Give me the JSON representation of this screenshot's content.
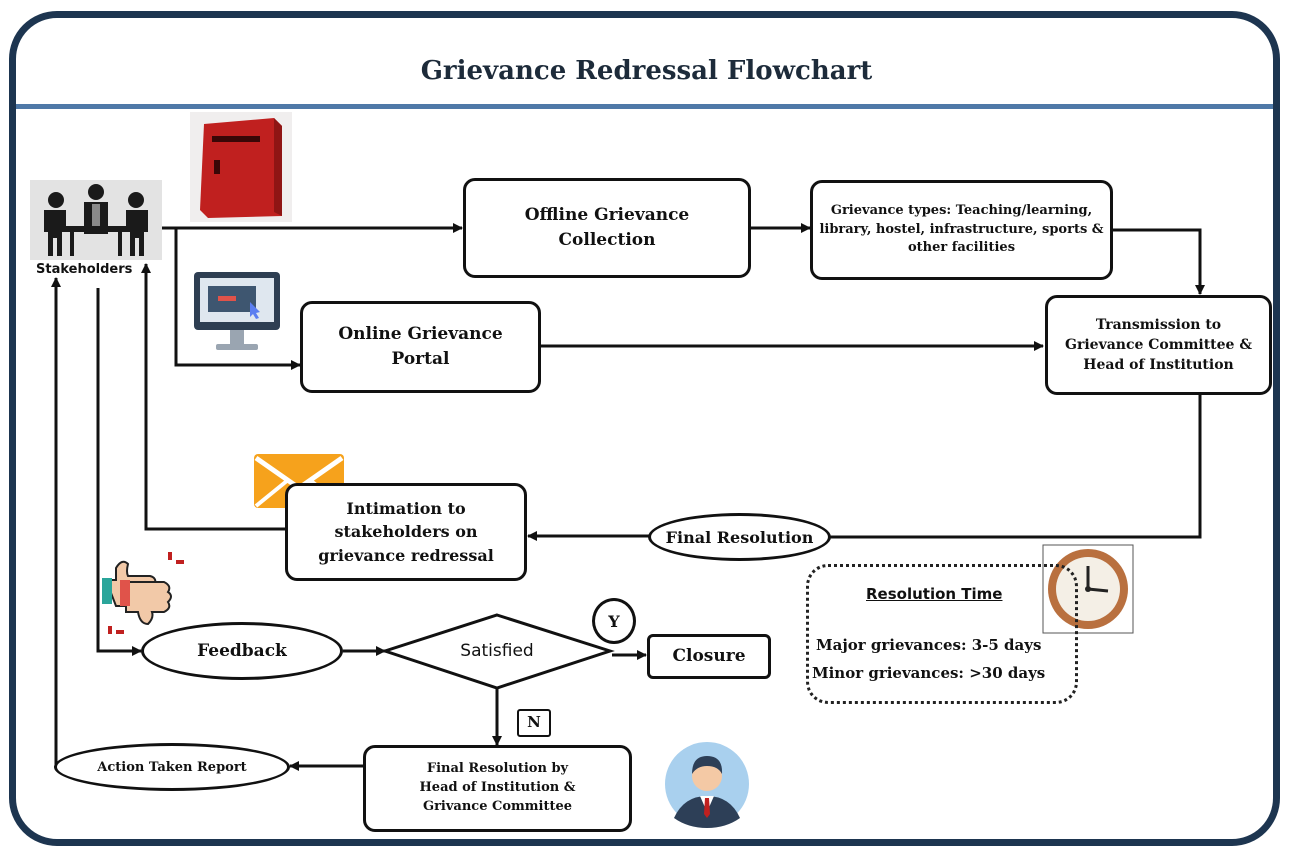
{
  "title": "Grievance Redressal Flowchart",
  "stakeholders_label": "Stakeholders",
  "nodes": {
    "offline": "Offline Grievance Collection",
    "types": "Grievance types: Teaching/learning, library, hostel, infrastructure, sports & other facilities",
    "online": "Online Grievance Portal",
    "transmission": "Transmission to Grievance Committee & Head of Institution",
    "final_resolution": "Final Resolution",
    "intimation": "Intimation to stakeholders on grievance redressal",
    "feedback": "Feedback",
    "satisfied": "Satisfied",
    "closure": "Closure",
    "yes": "Y",
    "no": "N",
    "final_by_head": "Final Resolution by Head of Institution & Grivance Committee",
    "action_report": "Action Taken Report"
  },
  "resolution_time": {
    "heading": "Resolution Time",
    "major": "Major grievances: 3-5 days",
    "minor": "Minor grievances: >30 days"
  },
  "icons": [
    "people-meeting-icon",
    "red-mailbox-icon",
    "computer-monitor-icon",
    "envelope-icon",
    "thumbs-up-down-icon",
    "wall-clock-icon",
    "person-avatar-icon"
  ],
  "colors": {
    "frame": "#1d3550",
    "title_rule": "#4f79a8",
    "mailbox": "#c0201f",
    "envelope": "#f6a21c",
    "avatar_bg": "#a9d0ee"
  }
}
